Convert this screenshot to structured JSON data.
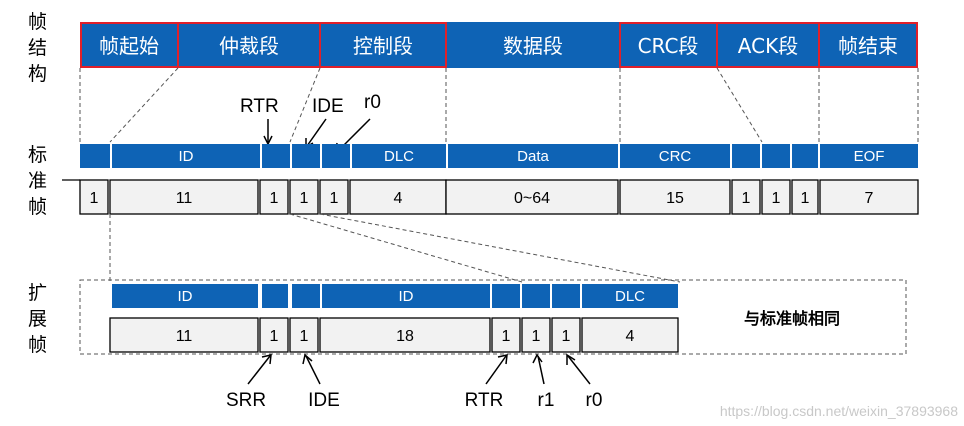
{
  "frame_structure": {
    "row_label": [
      "帧",
      "结",
      "构"
    ],
    "segments": [
      "帧起始",
      "仲裁段",
      "控制段",
      "数据段",
      "CRC段",
      "ACK段",
      "帧结束"
    ]
  },
  "standard_frame": {
    "row_label": [
      "标",
      "准",
      "帧"
    ],
    "annotations": [
      "RTR",
      "IDE",
      "r0"
    ],
    "fields": [
      "",
      "ID",
      "",
      "",
      "",
      "DLC",
      "Data",
      "CRC",
      "",
      "",
      "",
      "EOF"
    ],
    "bit_lengths": [
      "1",
      "11",
      "1",
      "1",
      "1",
      "4",
      "0~64",
      "15",
      "1",
      "1",
      "1",
      "7"
    ]
  },
  "extended_frame": {
    "row_label": [
      "扩",
      "展",
      "帧"
    ],
    "fields": [
      "ID",
      "",
      "",
      "ID",
      "",
      "",
      "",
      "DLC"
    ],
    "bit_lengths": [
      "11",
      "1",
      "1",
      "18",
      "1",
      "1",
      "1",
      "4"
    ],
    "annotations": [
      "SRR",
      "IDE",
      "RTR",
      "r1",
      "r0"
    ],
    "same_as_standard": "与标准帧相同"
  },
  "colors": {
    "header_blue": "#0e63b5",
    "segment_border": "#e0202a",
    "bit_fill": "#f2f2f2",
    "line": "#000000",
    "dashed": "#555555",
    "watermark": "#c8c8c8"
  },
  "watermark": "https://blog.csdn.net/weixin_37893968"
}
